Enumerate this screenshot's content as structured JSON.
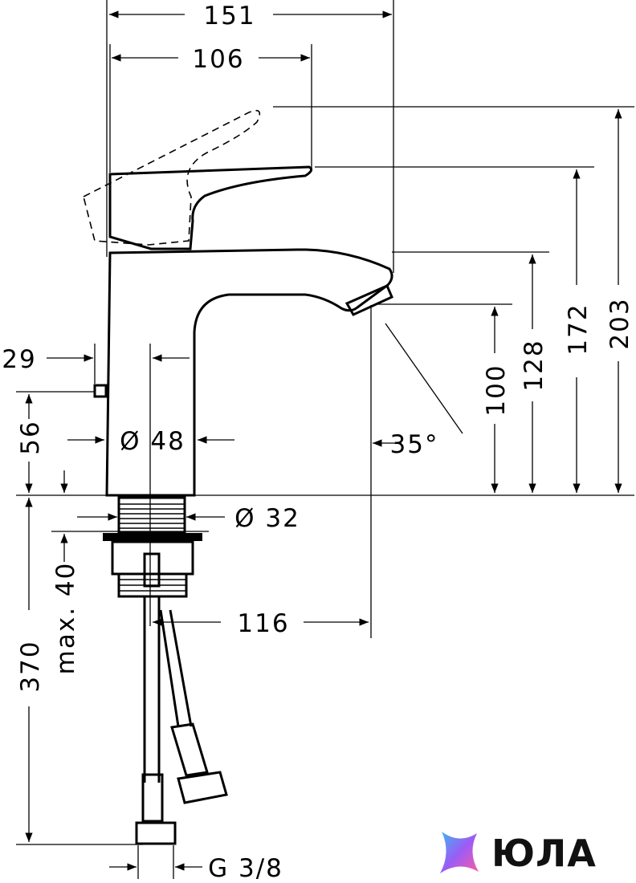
{
  "dimensions": {
    "d151": "151",
    "d106": "106",
    "d203": "203",
    "d172": "172",
    "d128": "128",
    "d100": "100",
    "d29": "29",
    "d56": "56",
    "d48": "Ø 48",
    "d32": "Ø 32",
    "d35": "35°",
    "d370": "370",
    "dmax40": "max. 40",
    "d116": "116",
    "g38": "G 3/8"
  },
  "brand": {
    "name": "ЮЛА",
    "colors": [
      "#3bb8f0",
      "#9b5cf6",
      "#ff5aa5"
    ]
  }
}
